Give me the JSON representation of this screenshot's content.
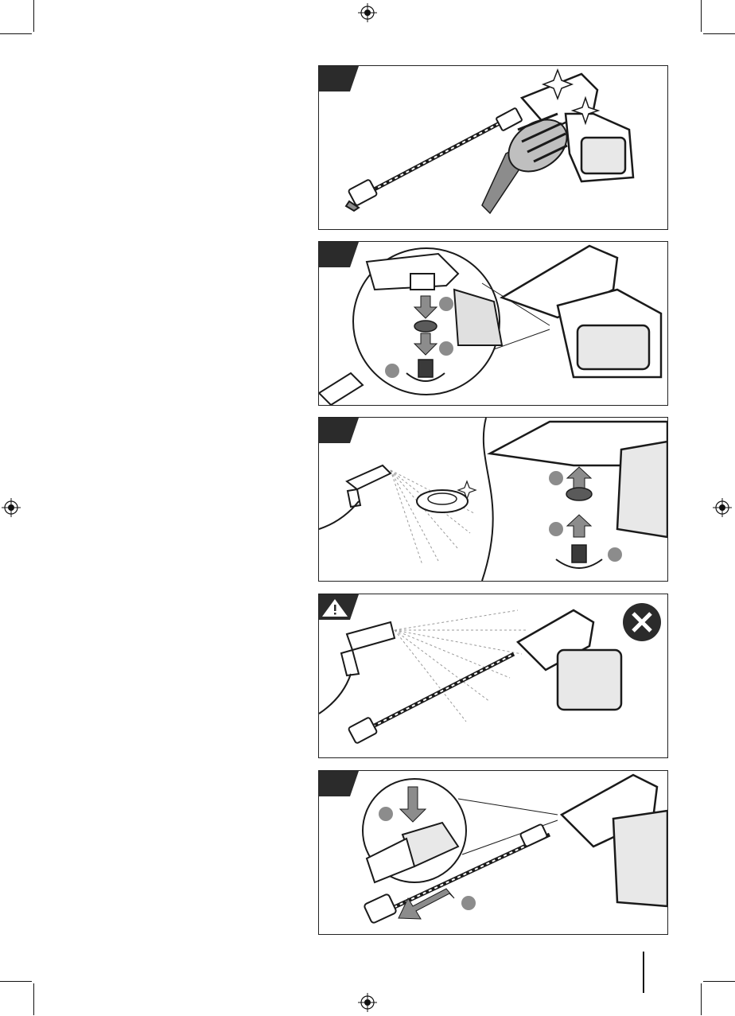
{
  "page": {
    "panels": [
      {
        "id": "clean-brush",
        "tab": "dark"
      },
      {
        "id": "filter-install",
        "tab": "dark",
        "step_badges": [
          "",
          "",
          ""
        ]
      },
      {
        "id": "filter-clean",
        "tab": "dark",
        "step_badges": [
          "",
          "",
          ""
        ]
      },
      {
        "id": "warning-no-spray",
        "tab": "warning",
        "warning_glyph": "!",
        "forbidden_icon": "x-circle-icon"
      },
      {
        "id": "lance-remove",
        "tab": "dark",
        "step_badges": [
          "",
          ""
        ]
      }
    ],
    "colors": {
      "ink": "#1a1a1a",
      "gray": "#8c8c8c",
      "light": "#d9d9d9",
      "tab": "#2b2b2b"
    }
  }
}
